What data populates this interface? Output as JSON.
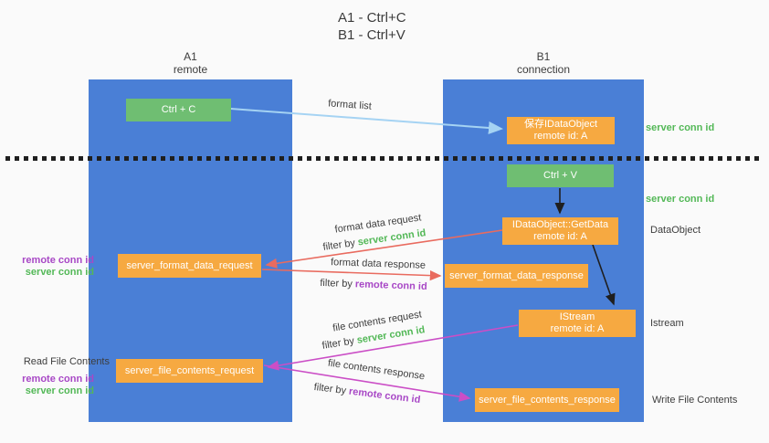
{
  "title": {
    "line1": "A1 - Ctrl+C",
    "line2": "B1 - Ctrl+V"
  },
  "columns": {
    "a": {
      "id": "A1",
      "name": "remote"
    },
    "b": {
      "id": "B1",
      "name": "connection"
    }
  },
  "nodes": {
    "ctrl_c": "Ctrl + C",
    "ctrl_v": "Ctrl + V",
    "save_dataobject": {
      "line1": "保存IDataObject",
      "line2": "remote id: A"
    },
    "getdata": {
      "line1": "IDataObject::GetData",
      "line2": "remote id: A"
    },
    "istream": {
      "line1": "IStream",
      "line2": "remote id: A"
    },
    "format_request": "server_format_data_request",
    "format_response": "server_format_data_response",
    "file_request": "server_file_contents_request",
    "file_response": "server_file_contents_response"
  },
  "side_labels": {
    "server_conn_top": "server conn id",
    "server_conn_mid": "server conn id",
    "dataobject": "DataObject",
    "istream": "Istream",
    "write_file": "Write File Contents",
    "read_file": "Read File Contents",
    "stack1_remote": "remote conn id",
    "stack1_server": "server conn id",
    "stack2_remote": "remote conn id",
    "stack2_server": "server conn id"
  },
  "arrow_labels": {
    "format_list": "format list",
    "format_data_request": "format data request",
    "format_data_response": "format data response",
    "file_contents_request": "file contents request",
    "file_contents_response": "file contents response",
    "filter_by": "filter by ",
    "server_conn_id": "server conn id",
    "remote_conn_id": "remote conn id"
  },
  "colors": {
    "background": "#fafafa",
    "column_blue": "#4a7fd6",
    "node_green": "#6fbe72",
    "node_orange": "#f6a941",
    "accent_green": "#53b857",
    "accent_purple": "#a848c6",
    "arrow_red": "#e96b5f",
    "arrow_magenta": "#cb4ec6",
    "arrow_lightblue": "#a5d3f3",
    "arrow_black": "#1f1f1f",
    "text_dark": "#3d3d3d"
  }
}
